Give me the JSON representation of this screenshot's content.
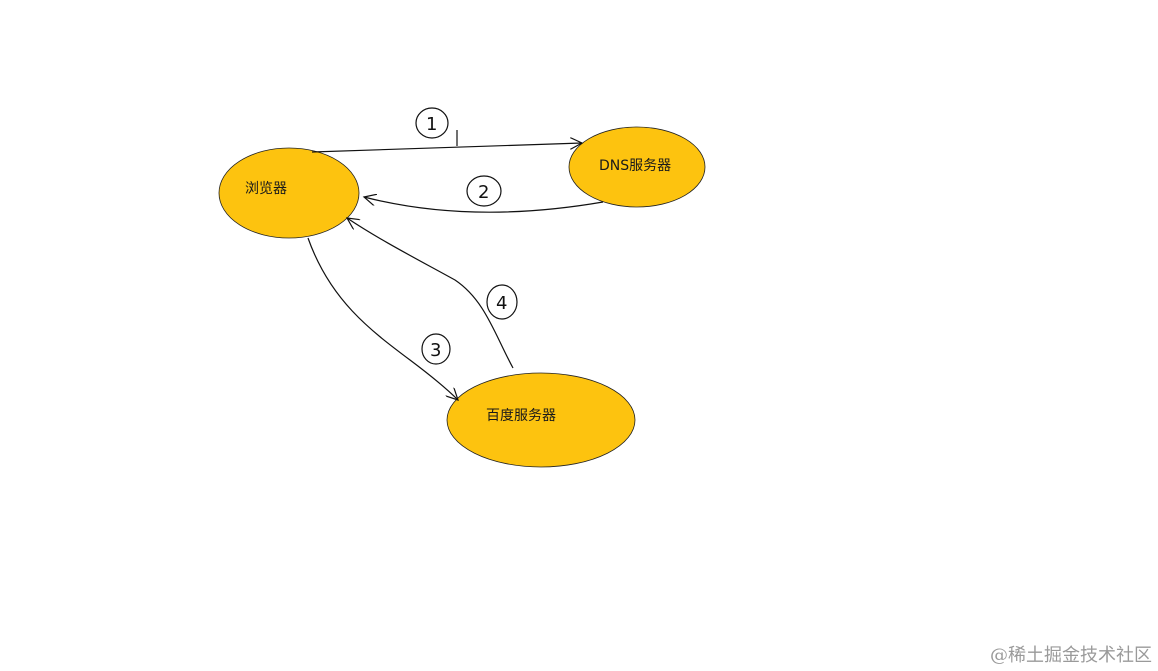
{
  "colors": {
    "node_fill": "#FDC30F",
    "stroke": "#111111",
    "background": "#FFFFFF",
    "watermark": "#9A9A9A"
  },
  "nodes": {
    "browser": {
      "label": "浏览器"
    },
    "dns": {
      "label": "DNS服务器"
    },
    "baidu": {
      "label": "百度服务器"
    }
  },
  "edges": [
    {
      "from": "browser",
      "to": "dns",
      "step": "1"
    },
    {
      "from": "dns",
      "to": "browser",
      "step": "2"
    },
    {
      "from": "browser",
      "to": "baidu",
      "step": "3"
    },
    {
      "from": "baidu",
      "to": "browser",
      "step": "4"
    }
  ],
  "watermark": "@稀土掘金技术社区"
}
